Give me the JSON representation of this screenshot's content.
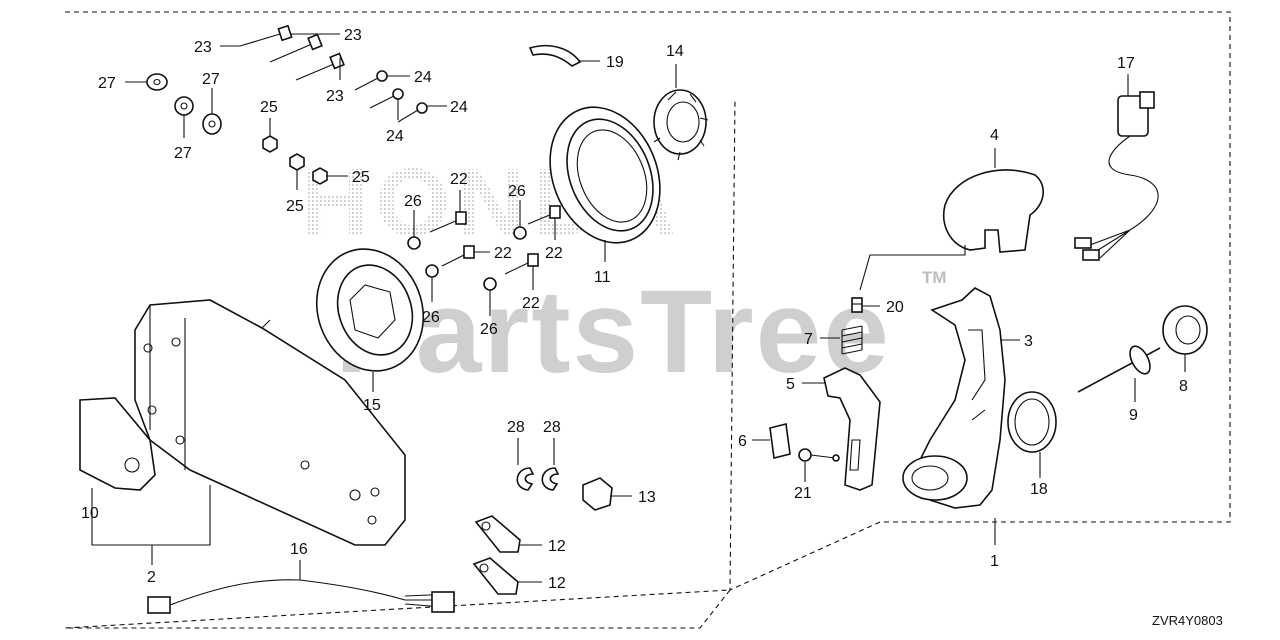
{
  "diagram": {
    "code": "ZVR4Y0803",
    "watermark": {
      "main": "PartsTree",
      "mark": "TM",
      "ghost": "HONDA"
    },
    "callouts": [
      "1",
      "2",
      "3",
      "4",
      "5",
      "6",
      "7",
      "8",
      "9",
      "10",
      "11",
      "12",
      "12",
      "13",
      "14",
      "15",
      "16",
      "17",
      "18",
      "19",
      "20",
      "21",
      "22",
      "22",
      "22",
      "22",
      "23",
      "23",
      "23",
      "24",
      "24",
      "24",
      "25",
      "25",
      "25",
      "26",
      "26",
      "26",
      "26",
      "27",
      "27",
      "27",
      "28",
      "28"
    ]
  }
}
